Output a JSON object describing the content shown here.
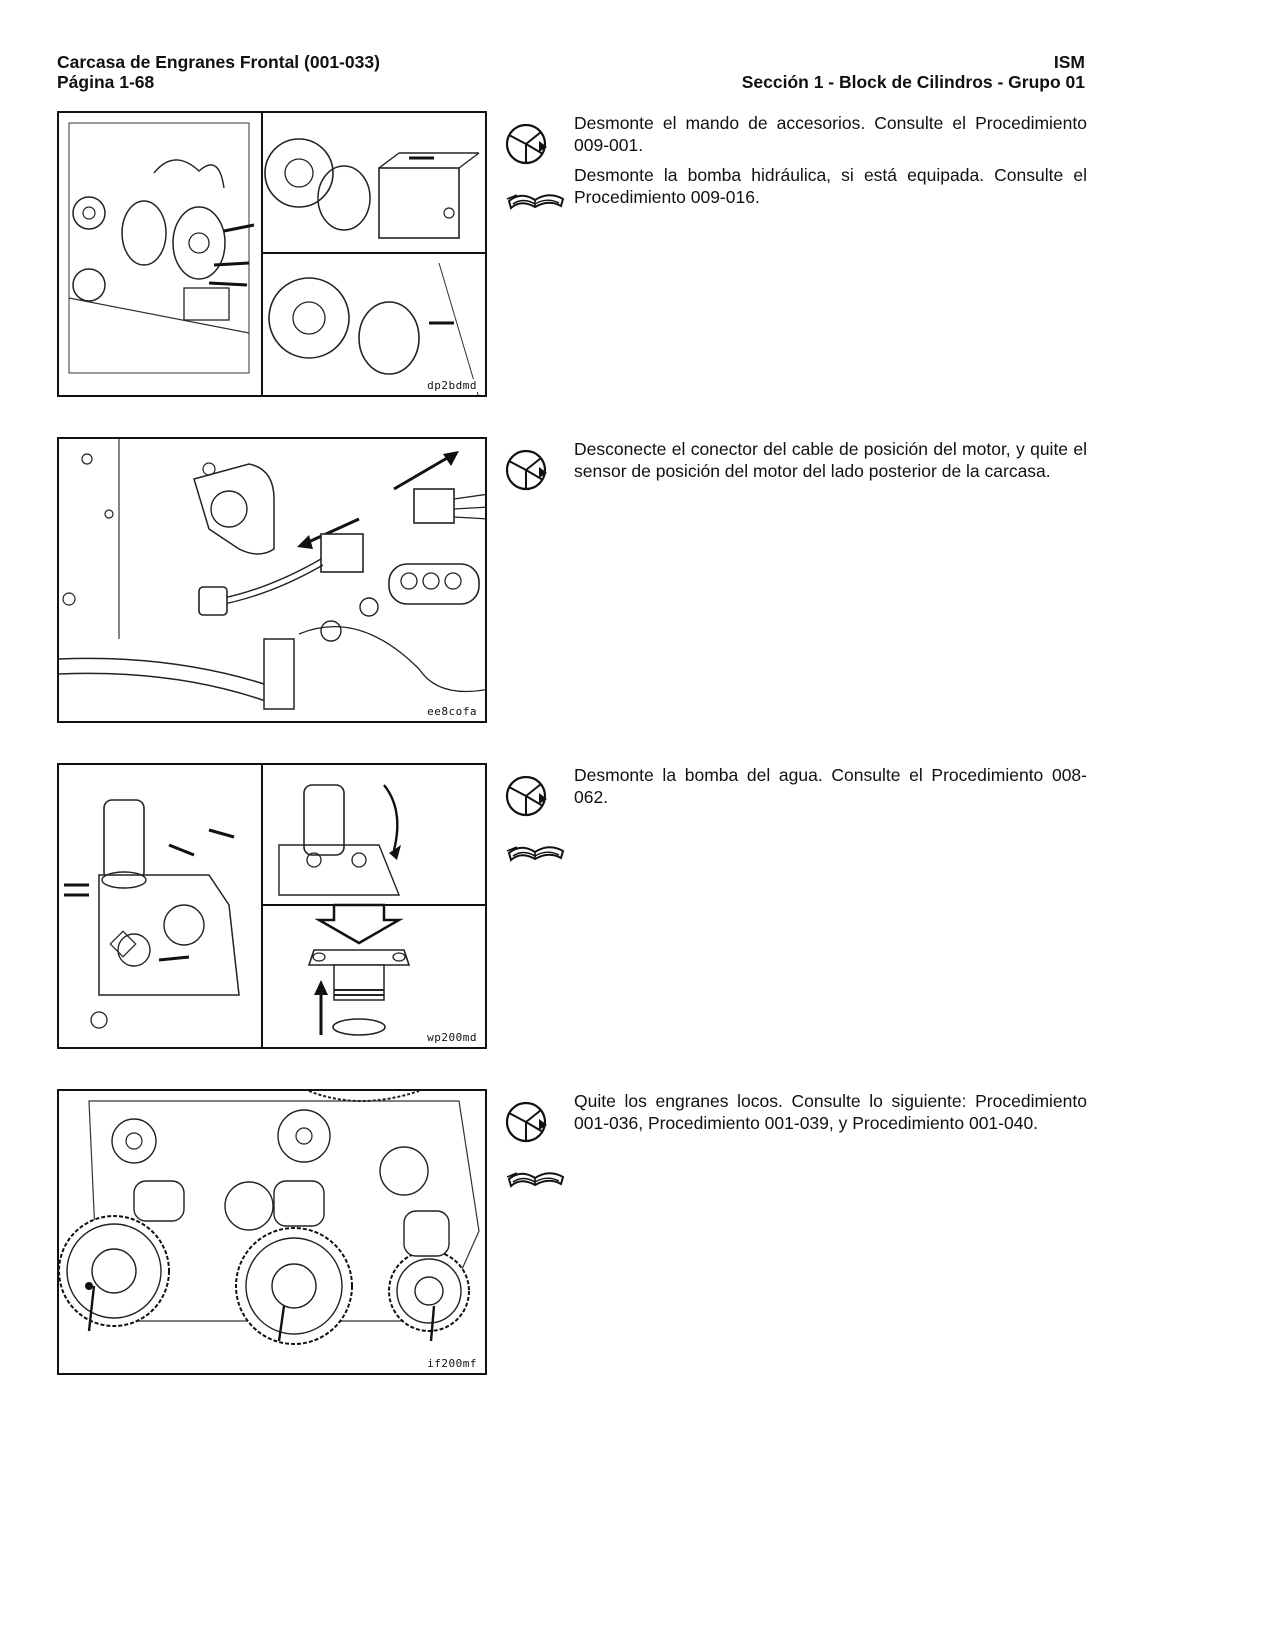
{
  "header": {
    "left_line1": "Carcasa de Engranes Frontal (001-033)",
    "left_line2": "Página 1-68",
    "right_line1": "ISM",
    "right_line2": "Sección 1 - Block de Cilindros - Grupo 01"
  },
  "steps": [
    {
      "figure_label": "dp2bdmd",
      "icons": [
        "wrench-icon",
        "book-icon"
      ],
      "paragraphs": [
        "Desmonte el mando de accesorios. Consulte el Procedi­miento 009-001.",
        "Desmonte la bomba hidráulica, si está equipada. Consulte el Procedimiento 009-016."
      ]
    },
    {
      "figure_label": "ee8cofa",
      "icons": [
        "wrench-icon"
      ],
      "paragraphs": [
        "Desconecte el conector del cable de posición del motor, y quite el sensor de posición del motor del lado posterior de la carcasa."
      ]
    },
    {
      "figure_label": "wp200md",
      "icons": [
        "wrench-icon",
        "book-icon"
      ],
      "paragraphs": [
        "Desmonte la bomba del agua. Consulte el Procedimiento 008-062."
      ]
    },
    {
      "figure_label": "if200mf",
      "icons": [
        "wrench-icon",
        "book-icon"
      ],
      "paragraphs": [
        "Quite los engranes locos. Consulte lo siguiente: Procedi­miento 001-036, Procedimiento 001-039, y Procedimiento 001-040."
      ]
    }
  ]
}
